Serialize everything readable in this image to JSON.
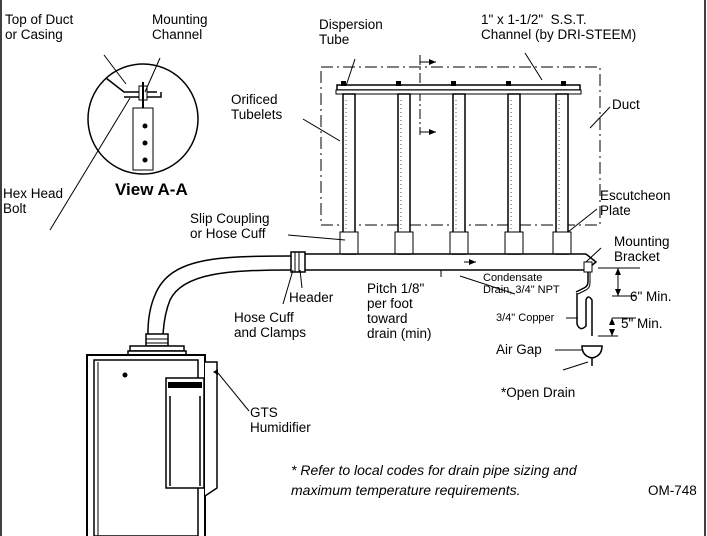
{
  "labels": {
    "top_of_duct": "Top of Duct\nor Casing",
    "mounting_channel": "Mounting\nChannel",
    "hex_head_bolt": "Hex Head\nBolt",
    "view_aa": "View A-A",
    "dispersion_tube": "Dispersion\nTube",
    "channel_sst": "1\" x 1-1/2\"  S.S.T.\nChannel (by DRI-STEEM)",
    "orificed_tubelets": "Orificed\nTubelets",
    "duct": "Duct",
    "escutcheon_plate": "Escutcheon\nPlate",
    "slip_coupling": "Slip Coupling\nor Hose Cuff",
    "mounting_bracket": "Mounting\nBracket",
    "condensate_drain": "Condensate\nDrain, 3/4\" NPT",
    "pitch": "Pitch 1/8\"\nper foot\ntoward\ndrain (min)",
    "header": "Header",
    "six_min": "6\" Min.",
    "copper": "3/4\" Copper",
    "five_min": "5\" Min.",
    "hose_cuff_clamps": "Hose Cuff\nand Clamps",
    "air_gap": "Air Gap",
    "open_drain": "*Open Drain",
    "gts_humidifier": "GTS\nHumidifier",
    "footnote": "*   Refer to local codes for drain pipe sizing and maximum temperature requirements.",
    "drawing_number": "OM-748"
  }
}
